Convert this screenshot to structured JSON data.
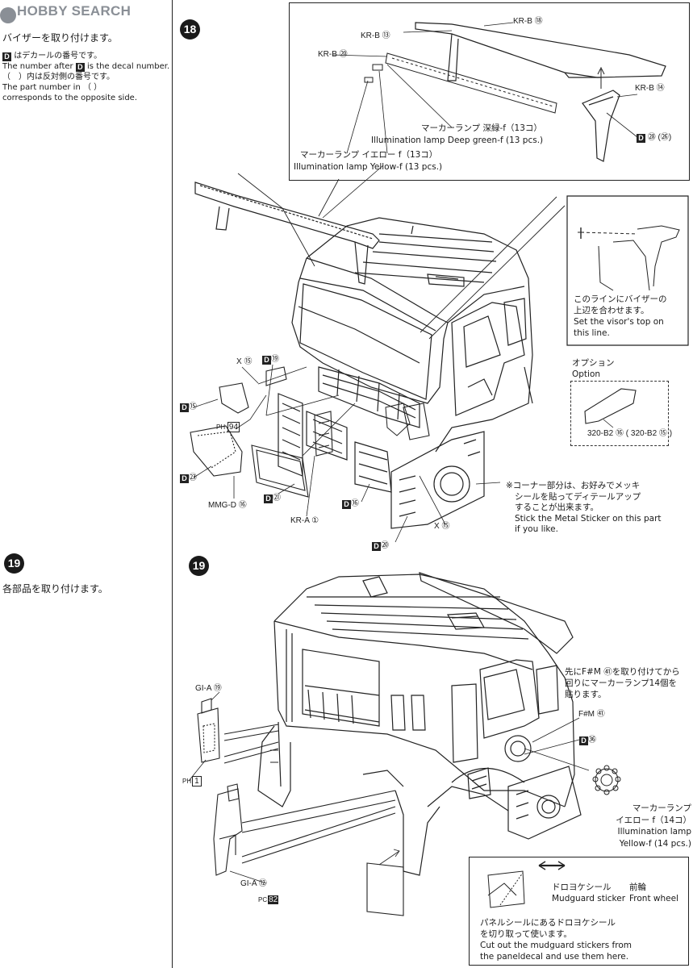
{
  "watermark": {
    "logo": "HOBBY SEARCH",
    "step_num": "18"
  },
  "sidebar": {
    "step18_title": "バイザーを取り付けます。",
    "decal_note_jp": "はデカールの番号です。",
    "decal_note_en_a": "The number after",
    "decal_note_en_b": "is the decal number.",
    "paren_note_jp": "（　）内は反対側の番号です。",
    "paren_note_en_1": "The part number in （ ）",
    "paren_note_en_2": "corresponds to the opposite side.",
    "step19_num": "19",
    "step19_title": "各部品を取り付けます。"
  },
  "step18": {
    "num": "18",
    "inset_labels": {
      "kr_b18": "KR-B ⑱",
      "kr_b13": "KR-B ⑬",
      "kr_b20": "KR-B ⑳",
      "kr_b14": "KR-B ⑭",
      "decal_28_26": "㉘ (㉖)",
      "green_jp": "マーカーランプ 深緑-f（13コ）",
      "green_en": "Illumination lamp Deep green-f (13 pcs.)",
      "yellow_jp": "マーカーランプ イエロー f（13コ）",
      "yellow_en": "Illumination lamp Yellow-f (13 pcs.)"
    },
    "visor_note": {
      "jp_1": "このラインにバイザーの",
      "jp_2": "上辺を合わせます。",
      "en_1": "Set the visor's top on",
      "en_2": "this line."
    },
    "option": {
      "jp": "オプション",
      "en": "Option",
      "parts": "320-B2 ⑯ ( 320-B2 ⑮ )"
    },
    "labels": {
      "x15_top": "X ⑮",
      "d19": "⑲",
      "d15": "⑮",
      "ph94": "94",
      "ph_prefix": "PH",
      "d23": "㉓",
      "mmg_d16": "MMG-D ⑯",
      "d21": "㉑",
      "kr_a1": "KR-A ①",
      "d16": "⑯",
      "x15_bottom": "X ⑮",
      "d20": "⑳"
    },
    "corner_note": {
      "jp_1": "※コーナー部分は、お好みでメッキ",
      "jp_2": "シールを貼ってディテールアップ",
      "jp_3": "することが出来ます。",
      "en_1": "Stick the Metal Sticker on this part",
      "en_2": "if you like."
    }
  },
  "step19": {
    "num": "19",
    "labels": {
      "gi_a19": "GI-A ⑲",
      "ph1_prefix": "PH",
      "ph1": "1",
      "gi_a12": "GI-A ⑫",
      "pc_prefix": "PC",
      "pc82": "82",
      "fm61": "F#M ㊶",
      "d36": "㊱"
    },
    "fm_note": {
      "jp_1": "先にF#M ㊶を取り付けてから",
      "jp_2": "回りにマーカーランプ14個を",
      "jp_3": "貼ります。"
    },
    "lamp_note": {
      "jp_1": "マーカーランプ",
      "jp_2": "イエロー f（14コ）",
      "en_1": "Illumination lamp",
      "en_2": "Yellow-f (14 pcs.)"
    },
    "mudguard": {
      "jp": "ドロヨケシール",
      "en": "Mudguard sticker",
      "front_jp": "前輪",
      "front_en": "Front wheel",
      "cut_jp_1": "パネルシールにあるドロヨケシール",
      "cut_jp_2": "を切り取って使います。",
      "cut_en_1": "Cut out the mudguard stickers from",
      "cut_en_2": "the paneldecal and use them here."
    }
  }
}
